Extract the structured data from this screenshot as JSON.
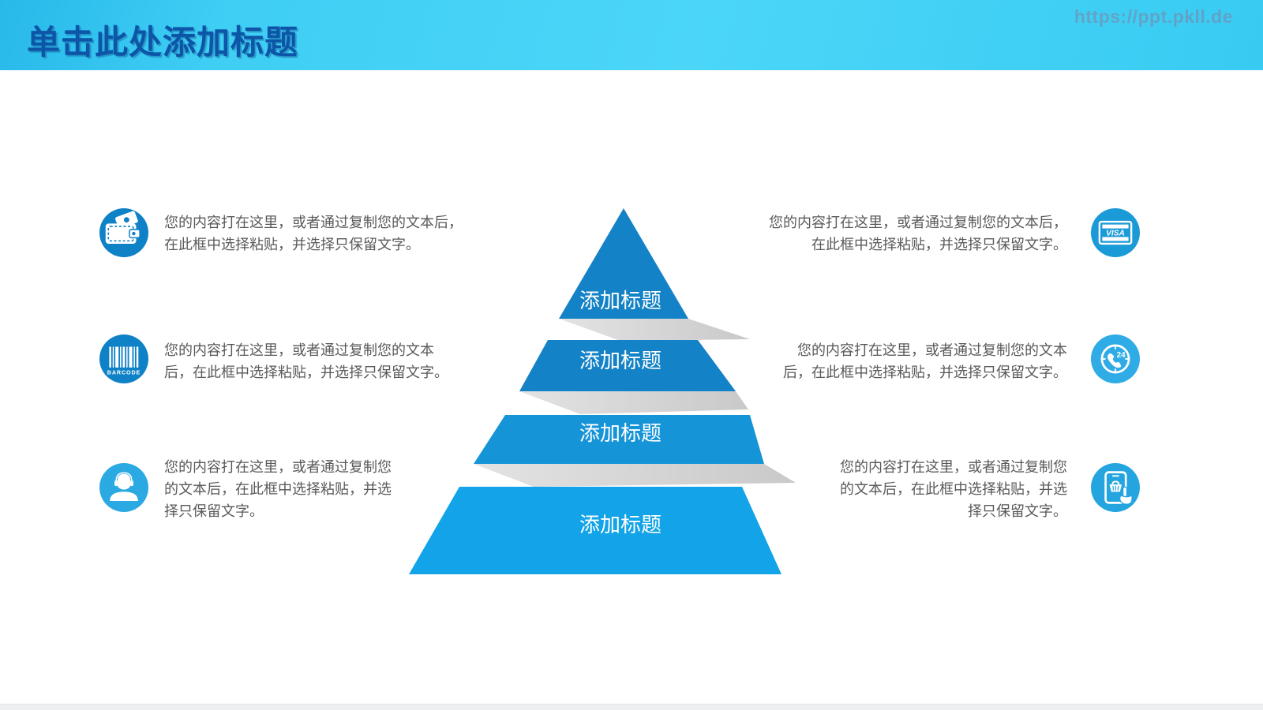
{
  "header": {
    "title": "单击此处添加标题",
    "watermark": "https://ppt.pkll.de"
  },
  "colors": {
    "header_cyan": "#3fcef4",
    "title_blue": "#0d55a7",
    "level_top": "#1482c6",
    "level_2": "#1482c6",
    "level_3": "#1694d8",
    "level_4": "#12a3e8",
    "shadow_band": "#d9d9d9",
    "icon_dark_blue": "#0f81c6",
    "icon_medium_blue": "#1b9ad8",
    "icon_light_blue": "#2ba9e3",
    "body_text_gray": "#595959"
  },
  "pyramid": {
    "levels": [
      {
        "label": "添加标题"
      },
      {
        "label": "添加标题"
      },
      {
        "label": "添加标题"
      },
      {
        "label": "添加标题"
      }
    ]
  },
  "icon_labels": {
    "barcode": "BARCODE",
    "visa": "VISA",
    "service24": "24"
  },
  "features": {
    "left": [
      {
        "icon": "wallet-icon",
        "lines": [
          "您的内容打在这里，或者通过复制您的文本后，",
          "在此框中选择粘贴，并选择只保留文字。"
        ]
      },
      {
        "icon": "barcode-icon",
        "lines": [
          "您的内容打在这里，或者通过复制您的文本",
          "后，在此框中选择粘贴，并选择只保留文字。"
        ]
      },
      {
        "icon": "customer-service-icon",
        "lines": [
          "您的内容打在这里，或者通过复制您",
          "的文本后，在此框中选择粘贴，并选",
          "择只保留文字。"
        ]
      }
    ],
    "right": [
      {
        "icon": "visa-card-icon",
        "lines": [
          "您的内容打在这里，或者通过复制您的文本后，",
          "在此框中选择粘贴，并选择只保留文字。"
        ]
      },
      {
        "icon": "service-24h-icon",
        "lines": [
          "您的内容打在这里，或者通过复制您的文本",
          "后，在此框中选择粘贴，并选择只保留文字。"
        ]
      },
      {
        "icon": "mobile-shopping-icon",
        "lines": [
          "您的内容打在这里，或者通过复制您",
          "的文本后，在此框中选择粘贴，并选",
          "择只保留文字。"
        ]
      }
    ]
  }
}
